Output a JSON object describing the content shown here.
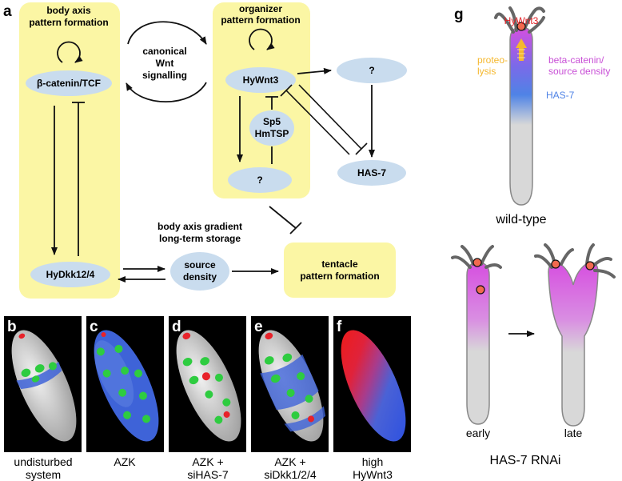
{
  "panels": {
    "a": "a",
    "b": "b",
    "c": "c",
    "d": "d",
    "e": "e",
    "f": "f",
    "g": "g"
  },
  "network": {
    "body_axis_title": [
      "body axis",
      "pattern formation"
    ],
    "organizer_title": [
      "organizer",
      "pattern formation"
    ],
    "canonical_wnt": [
      "canonical",
      "Wnt",
      "signalling"
    ],
    "beta_catenin": "β-catenin/TCF",
    "hywnt3": "HyWnt3",
    "unknown_top": "?",
    "sp5_hmtsp": [
      "Sp5",
      "HmTSP"
    ],
    "unknown_bottom": "?",
    "has7": "HAS-7",
    "hydkk": "HyDkk12/4",
    "gradient_label": [
      "body axis gradient",
      "long-term storage"
    ],
    "source_density": [
      "source",
      "density"
    ],
    "tentacle": [
      "tentacle",
      "pattern formation"
    ]
  },
  "simulations": [
    {
      "id": "b",
      "caption": [
        "undisturbed",
        "system"
      ]
    },
    {
      "id": "c",
      "caption": [
        "AZK"
      ]
    },
    {
      "id": "d",
      "caption": [
        "AZK +",
        "siHAS-7"
      ]
    },
    {
      "id": "e",
      "caption": [
        "AZK +",
        "siDkk1/2/4"
      ]
    },
    {
      "id": "f",
      "caption": [
        "high",
        "HyWnt3"
      ]
    }
  ],
  "schematic": {
    "hywnt3": "HyWnt3",
    "proteolysis": [
      "proteo-",
      "lysis"
    ],
    "beta_density": [
      "beta-catenin/",
      "source density"
    ],
    "has7": "HAS-7",
    "wild_type": "wild-type",
    "early": "early",
    "late": "late",
    "rnai": "HAS-7 RNAi"
  },
  "colors": {
    "yellow_box": "#fbf6a4",
    "ellipse": "#c9dcee",
    "hywnt3_red": "#e31e24",
    "proteolysis_orange": "#f5b82e",
    "beta_magenta": "#c84fd6",
    "has7_blue": "#4f83e6",
    "sim_green": "#2ecc40",
    "sim_blue": "#3e63d8",
    "sim_red": "#e8222a"
  }
}
